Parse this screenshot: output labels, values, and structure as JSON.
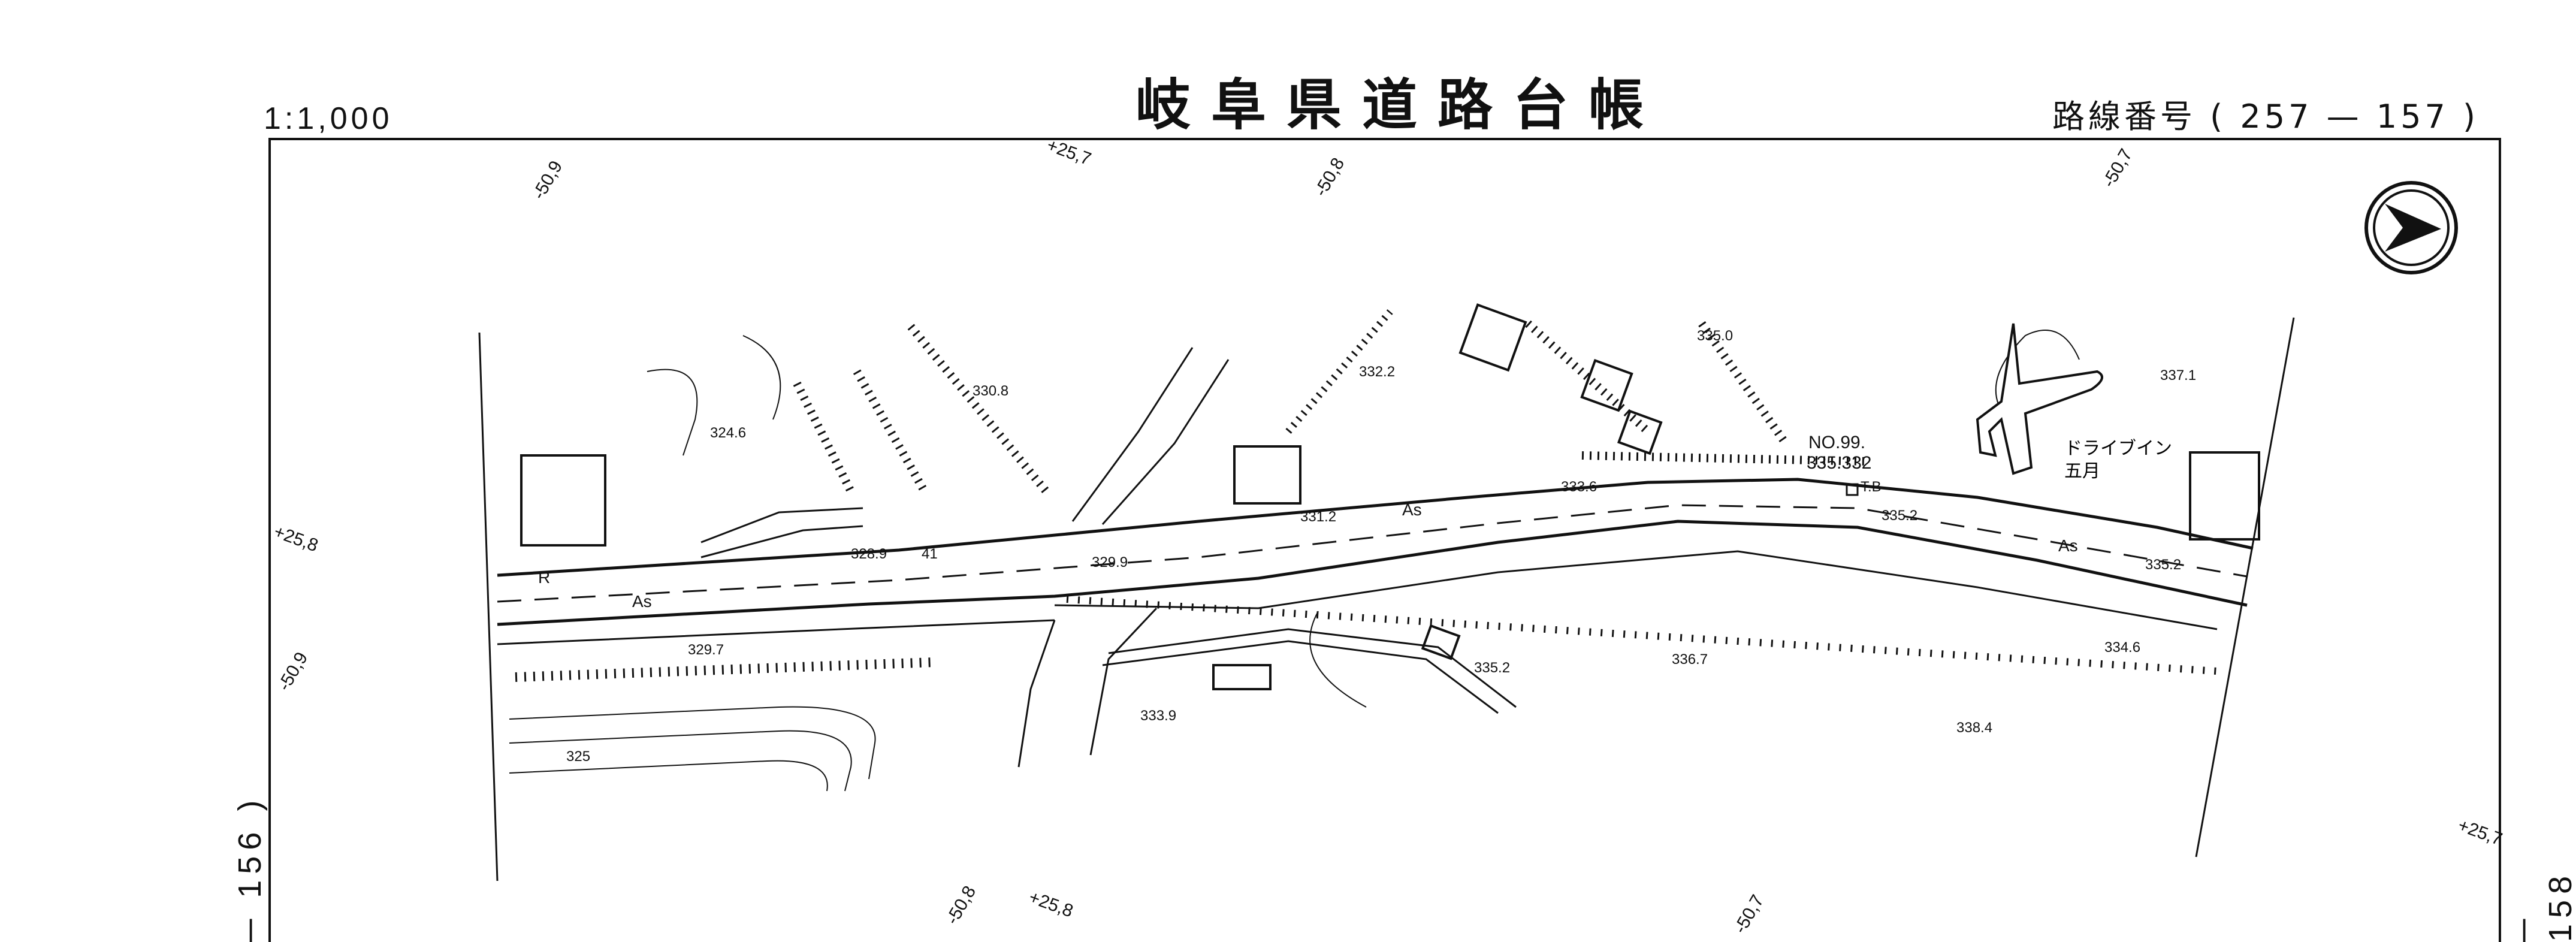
{
  "header": {
    "scale": "1:1,000",
    "title": "岐阜県道路台帳",
    "route_number": "路線番号 ( 257 — 157 )"
  },
  "margin": {
    "left_sheet": "─ 156 )",
    "right_sheet": "─ 158 )"
  },
  "grid_labels": [
    "-50,9",
    "+25,7",
    "-50,8",
    "-50,7",
    "+25,8",
    "-50,9",
    "-50,8",
    "+25,8",
    "-50,7",
    "+25,7"
  ],
  "map_labels": {
    "elevations": [
      "324.6",
      "330.8",
      "332.2",
      "335.0",
      "337.1",
      "333.6",
      "331.2",
      "328.9",
      "329.9",
      "335.2",
      "335.2",
      "329.7",
      "333.9",
      "335.2",
      "336.7",
      "334.6",
      "338.4",
      "325"
    ],
    "benchmark": "NO.99.",
    "benchmark_value": "335.332",
    "benchmark_code": "T.B",
    "poi_line1": "ドライブイン",
    "poi_line2": "五月",
    "road_surface": "As",
    "road_marker": "R",
    "post_number": "41"
  },
  "colors": {
    "ink": "#111111",
    "paper": "#ffffff"
  },
  "icons": [
    "north-arrow-icon",
    "airplane-icon"
  ]
}
